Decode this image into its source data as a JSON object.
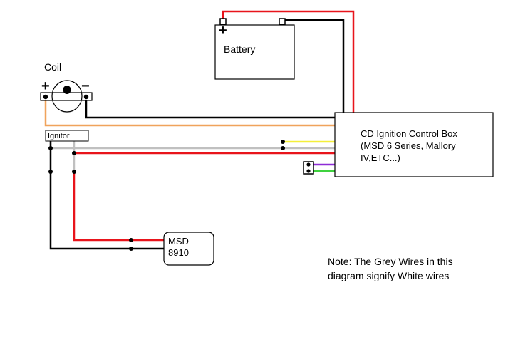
{
  "battery": {
    "label": "Battery",
    "pos_sign": "+",
    "neg_sign": "—"
  },
  "coil": {
    "label": "Coil",
    "pos_sign": "+",
    "neg_sign": "−"
  },
  "ignitor": {
    "label": "Ignitor"
  },
  "cd_box": {
    "lines": [
      "CD Ignition Control Box",
      "(MSD 6 Series, Mallory",
      "IV,ETC...)"
    ]
  },
  "msd": {
    "lines": [
      "MSD",
      "8910"
    ]
  },
  "note": {
    "lines": [
      "Note: The Grey Wires in this",
      "diagram signify White wires"
    ]
  },
  "wire_colors": {
    "red": "#e8141b",
    "black": "#000000",
    "orange": "#f0a35c",
    "grey": "#c0c0c0",
    "yellow": "#f4ef3a",
    "purple": "#8e2bd6",
    "green": "#3fd23f"
  }
}
